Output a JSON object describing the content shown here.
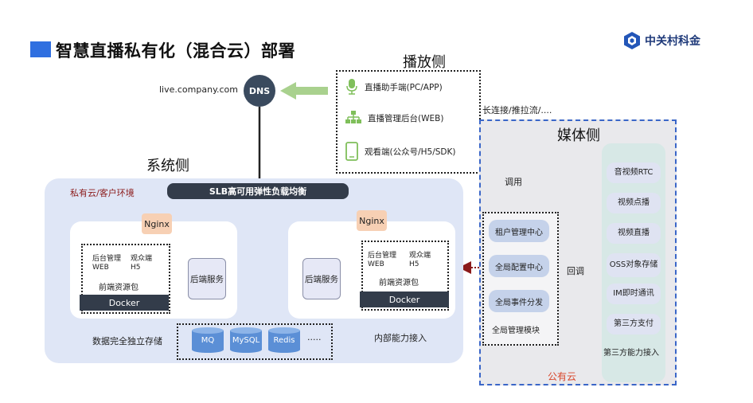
{
  "title": "智慧直播私有化（混合云）部署",
  "logo": {
    "text": "中关村科金"
  },
  "dns": {
    "domain": "live.company.com",
    "label": "DNS"
  },
  "playback": {
    "label": "播放侧",
    "items": [
      "直播助手端(PC/APP)",
      "直播管理后台(WEB)",
      "观看端(公众号/H5/SDK)"
    ],
    "link_text": "长连接/推拉流/...."
  },
  "system": {
    "label": "系统侧",
    "env_label": "私有云/客户环境",
    "slb": "SLB高可用弹性负载均衡",
    "nginx": "Nginx",
    "backend_service": "后端服务",
    "admin_web": "后台管理WEB",
    "viewer_h5": "观众端H5",
    "frontend_pkg": "前端资源包",
    "docker": "Docker",
    "storage_label": "数据完全独立存储",
    "inner_ability": "内部能力接入",
    "stores": [
      "MQ",
      "MySQL",
      "Redis"
    ],
    "stores_more": "·····"
  },
  "media": {
    "label": "媒体侧",
    "call": "调用",
    "callback": "回调",
    "public_cloud": "公有云",
    "mgmt_items": [
      "租户管理中心",
      "全局配置中心",
      "全局事件分发"
    ],
    "mgmt_label": "全局管理模块",
    "items": [
      "音视频RTC",
      "视频点播",
      "视频直播",
      "OSS对象存储",
      "IM即时通讯",
      "第三方支付"
    ],
    "third_party": "第三方能力接入"
  },
  "colors": {
    "accent": "#2f6fe0",
    "dark": "#333c4a",
    "nginx": "#f7d0b4",
    "arrow": "#4a86d8",
    "public_cloud_text": "#d9462a"
  }
}
